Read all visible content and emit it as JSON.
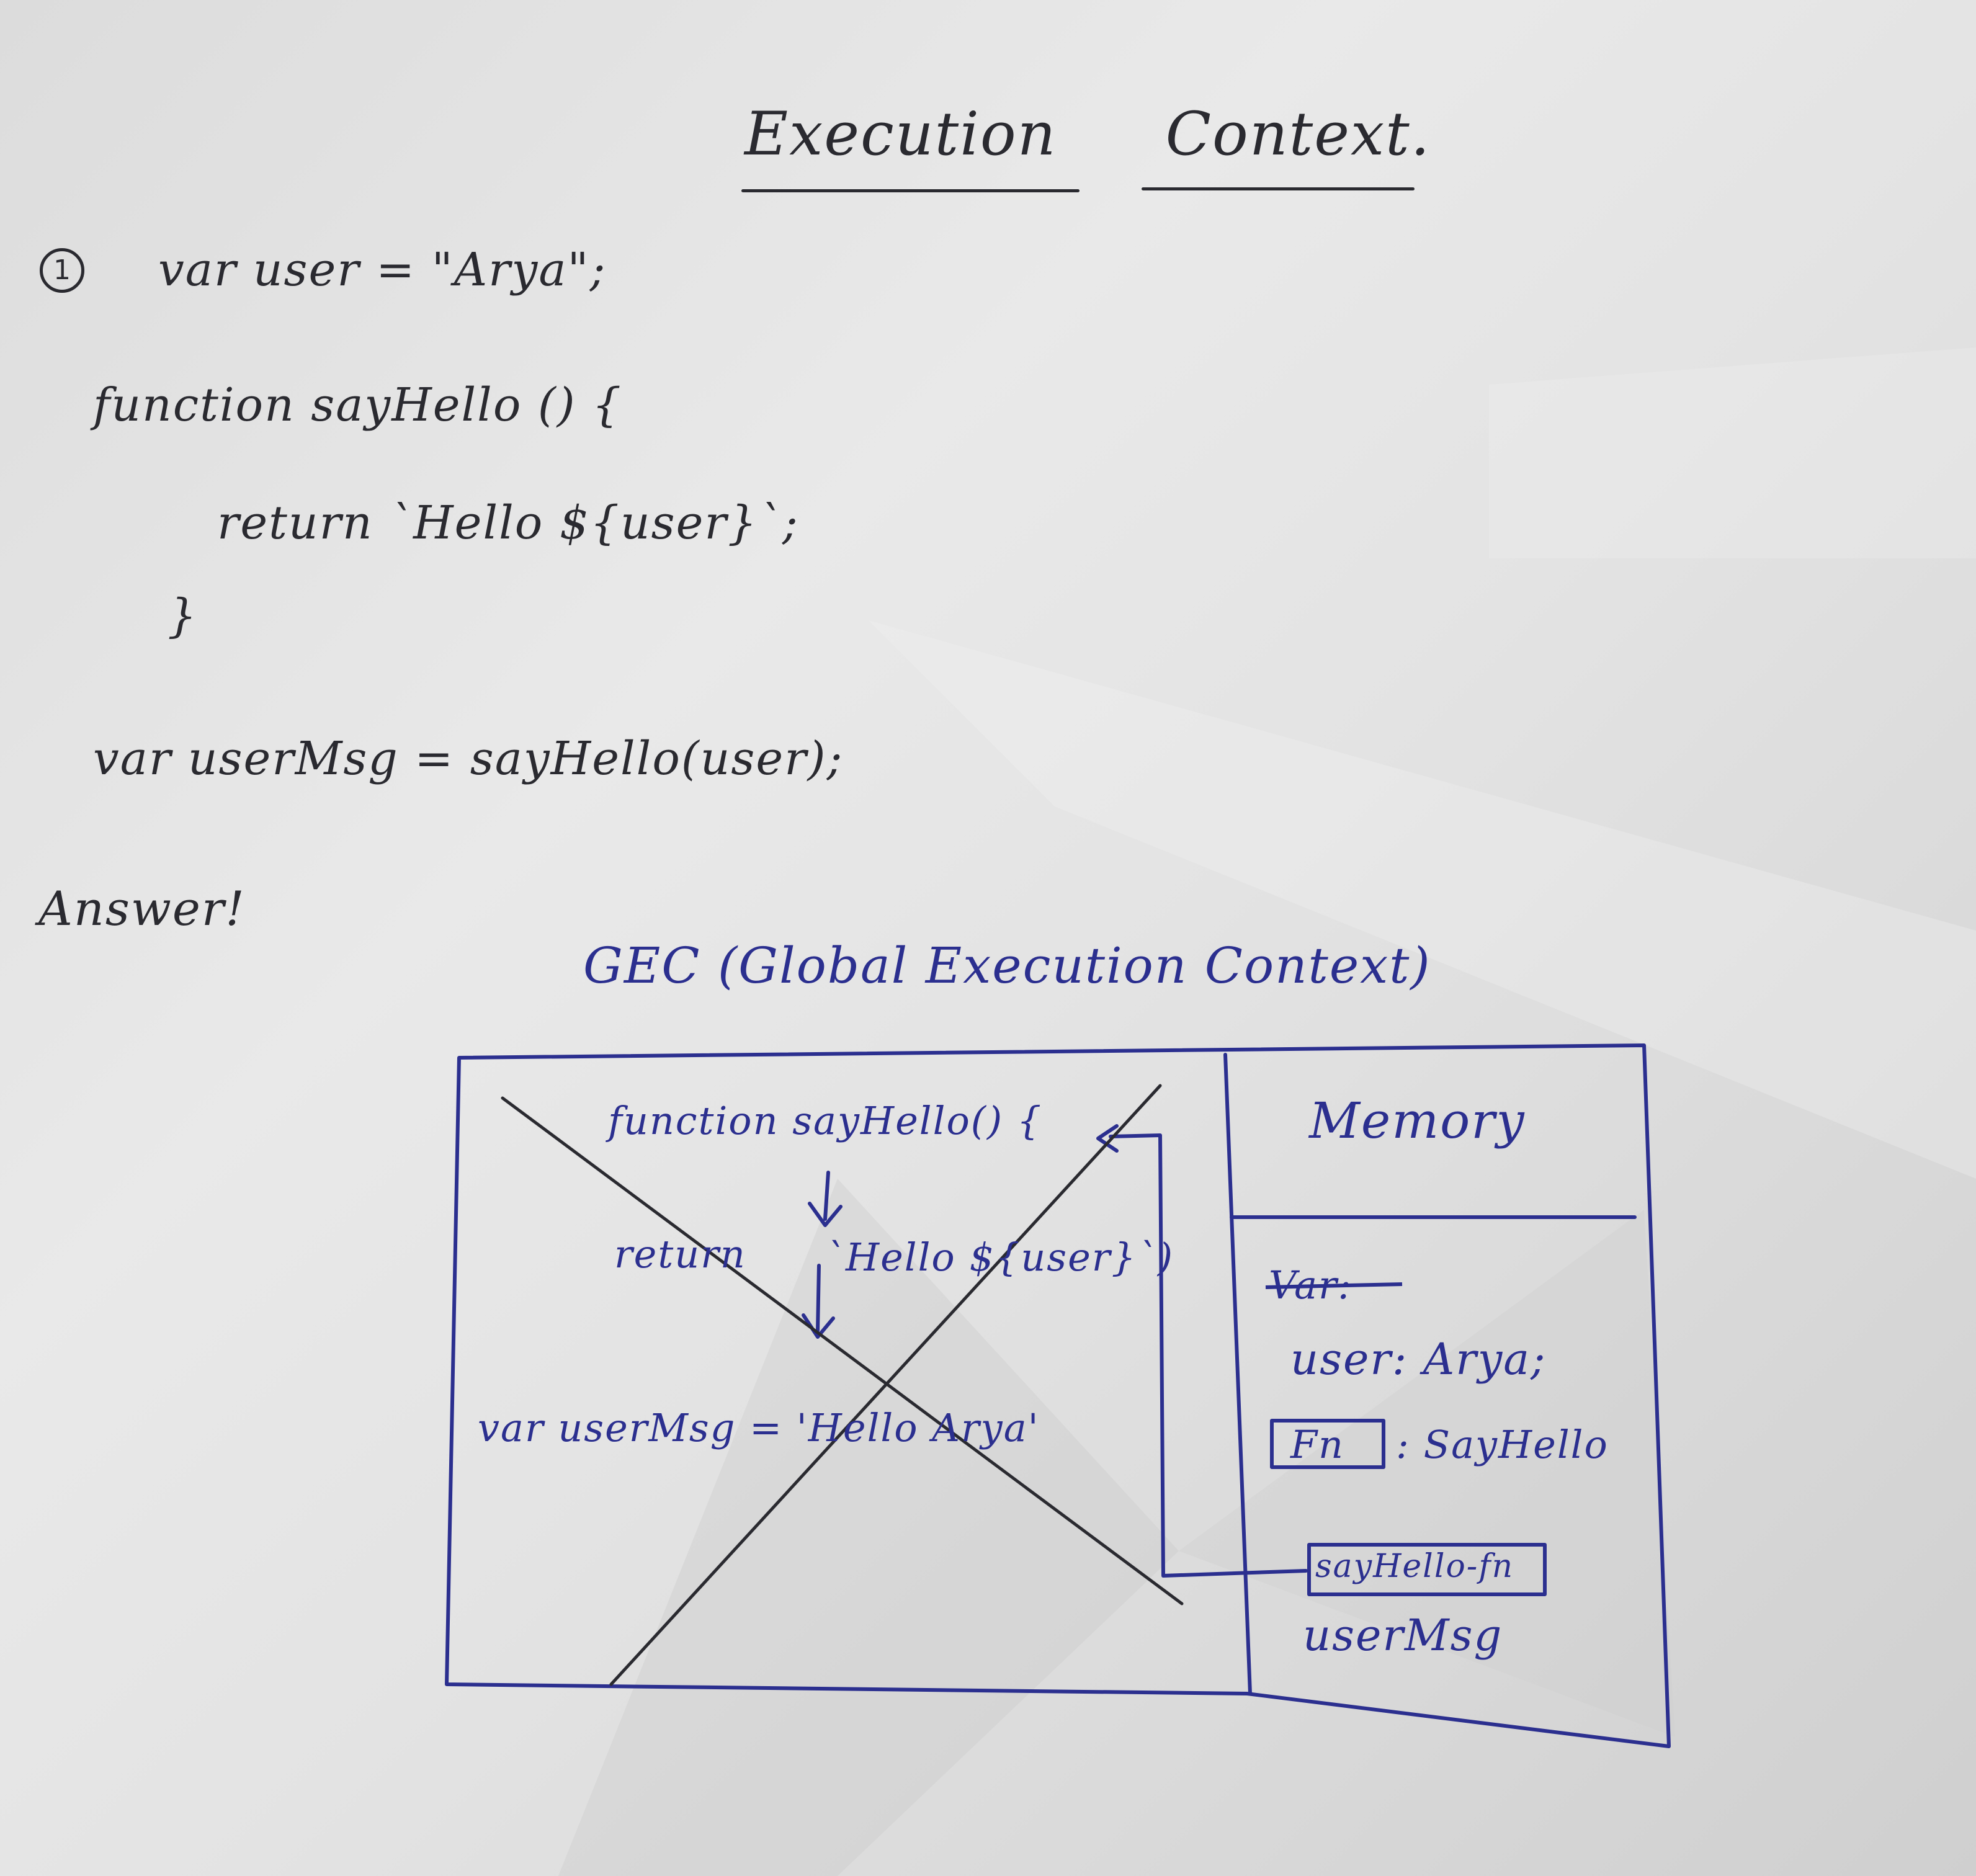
{
  "title": {
    "left_word": "Execution",
    "right_word": "Context."
  },
  "question": {
    "number": "1",
    "lines": [
      "var user = \"Arya\";",
      "function sayHello () {",
      "return `Hello ${user}`;",
      "}",
      "var userMsg = sayHello(user);"
    ]
  },
  "answer": {
    "label": "Answer!",
    "gec_title": "GEC (Global Execution Context)",
    "code_panel": {
      "line1": "function sayHello() {",
      "line2_keyword": "return",
      "line2_value": "`Hello ${user}`)",
      "line3": "var userMsg = 'Hello Arya'"
    },
    "memory_panel": {
      "header": "Memory",
      "struck_item": "Var:",
      "user_entry": "user: Arya;",
      "fn_badge": "Fn",
      "fn_entry": ": SayHello",
      "fn_ref_badge": "sayHello-fn",
      "usermsg_entry": "userMsg"
    }
  },
  "colors": {
    "pencil_ink": "#2a2a30",
    "blue_ink": "#2b2f8f",
    "paper": "#e3e3e3"
  }
}
